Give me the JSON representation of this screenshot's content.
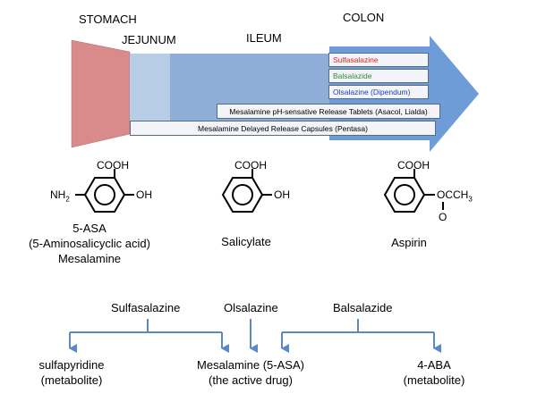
{
  "regions": {
    "stomach": "STOMACH",
    "jejunum": "JEJUNUM",
    "ileum": "ILEUM",
    "colon": "COLON"
  },
  "colon_drugs": [
    {
      "label": "Sulfasalazine",
      "color": "#e0231e"
    },
    {
      "label": "Balsalazide",
      "color": "#2e8b2e"
    },
    {
      "label": "Olsalazine (Dipendum)",
      "color": "#1f3fb5"
    }
  ],
  "release_forms": {
    "ph_tablets": "Mesalamine pH-sensative Release Tablets (Asacol, Lialda)",
    "delayed_capsules": "Mesalamine Delayed Release Capsules (Pentasa)"
  },
  "structures": {
    "asa5": {
      "cooh": "COOH",
      "oh": "OH",
      "nh2": "NH",
      "nh2_sub": "2",
      "name_lines": [
        "5-ASA",
        "(5-Aminosalicyclic acid)",
        "Mesalamine"
      ]
    },
    "salicylate": {
      "cooh": "COOH",
      "oh": "OH",
      "name": "Salicylate"
    },
    "aspirin": {
      "cooh": "COOH",
      "occh": "OCCH",
      "occh_sub": "3",
      "o": "O",
      "name": "Aspirin"
    }
  },
  "pathways": {
    "sulfasalazine": "Sulfasalazine",
    "olsalazine": "Olsalazine",
    "balsalazide": "Balsalazide"
  },
  "products": {
    "sulfapyridine": [
      "sulfapyridine",
      "(metabolite)"
    ],
    "mesalamine": [
      "Mesalamine (5-ASA)",
      "(the active drug)"
    ],
    "aba": [
      "4-ABA",
      "(metabolite)"
    ]
  },
  "colors": {
    "stomach": "#d98a8a",
    "jejunum": "#b7cde6",
    "ileum": "#8eaed8",
    "colon": "#6e9cd8",
    "arrow": "#5b8ac2"
  }
}
